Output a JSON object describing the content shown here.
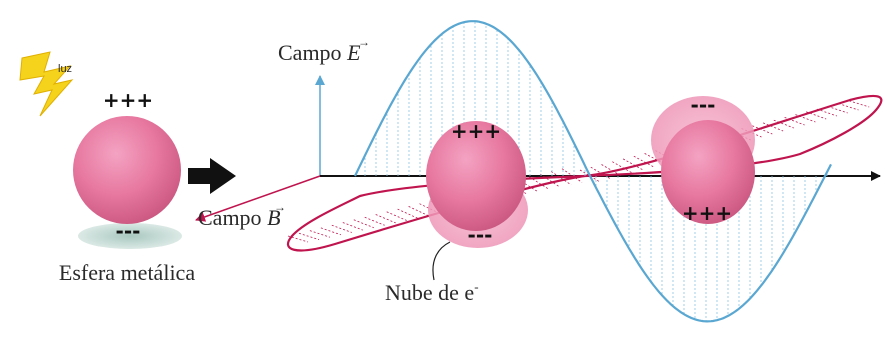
{
  "labels": {
    "light": "luz",
    "sphere_caption": "Esfera metálica",
    "e_field_prefix": "Campo ",
    "e_field_symbol": "E",
    "b_field_prefix": "Campo ",
    "b_field_symbol": "B",
    "cloud_caption_main": "Nube de e",
    "cloud_caption_sup": "-"
  },
  "charges": {
    "sphere_top": "+++",
    "sphere_bottom": "---",
    "cloud1_top": "+++",
    "cloud1_bottom": "---",
    "cloud2_top": "---",
    "cloud2_bottom": "+++"
  },
  "colors": {
    "e_wave": "#5aa7d2",
    "b_wave": "#c0144f",
    "sphere": "#e7779f",
    "cloud": "#f09ab9",
    "bolt": "#f5d21c",
    "shadow": "#b9d3cc"
  }
}
